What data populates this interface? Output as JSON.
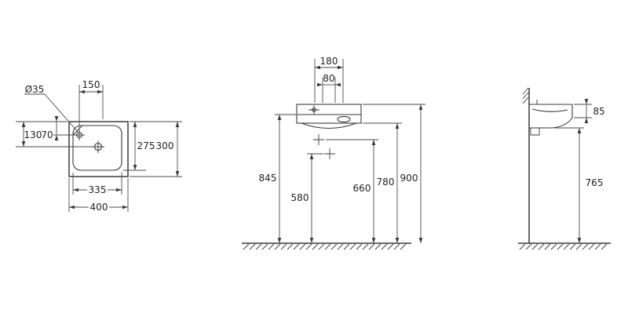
{
  "drawing": {
    "plan_view": {
      "tap_hole_diameter": "Ø35",
      "tap_offset": "150",
      "tap_from_front": "70",
      "drain_from_front": "130",
      "inner_depth": "275",
      "overall_depth": "300",
      "inner_width": "335",
      "overall_width": "400"
    },
    "front_view": {
      "deck_width": "180",
      "hole_spacing": "80",
      "height_underside": "845",
      "height_trap": "580",
      "height_fixing": "660",
      "height_overflow": "780",
      "height_rim": "900"
    },
    "side_view": {
      "front_edge_height": "85",
      "underside_clearance": "765"
    }
  },
  "style": {
    "line_color": "#3a3a3a",
    "text_color": "#222222",
    "background": "#ffffff"
  }
}
